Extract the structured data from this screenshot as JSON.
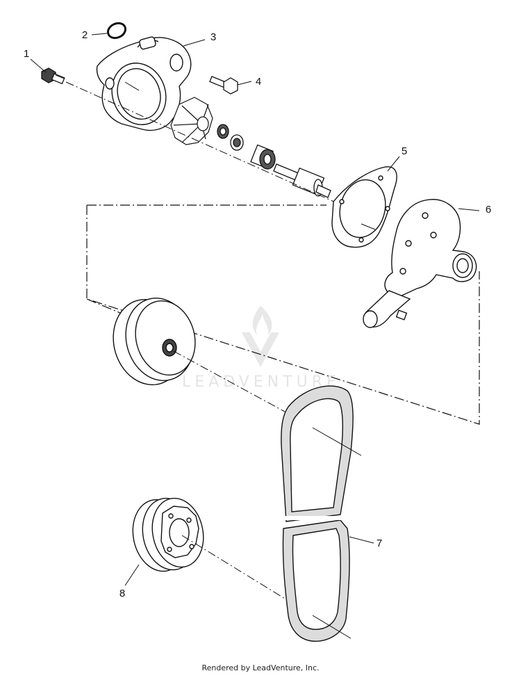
{
  "callouts": [
    "1",
    "2",
    "3",
    "4",
    "5",
    "6",
    "7",
    "8"
  ],
  "watermark": {
    "text": "LEADVENTURE"
  },
  "footer": {
    "text": "Rendered by LeadVenture, Inc."
  },
  "colors": {
    "ink": "#111111",
    "watermark": "#e2e2e2",
    "background": "#ffffff"
  }
}
